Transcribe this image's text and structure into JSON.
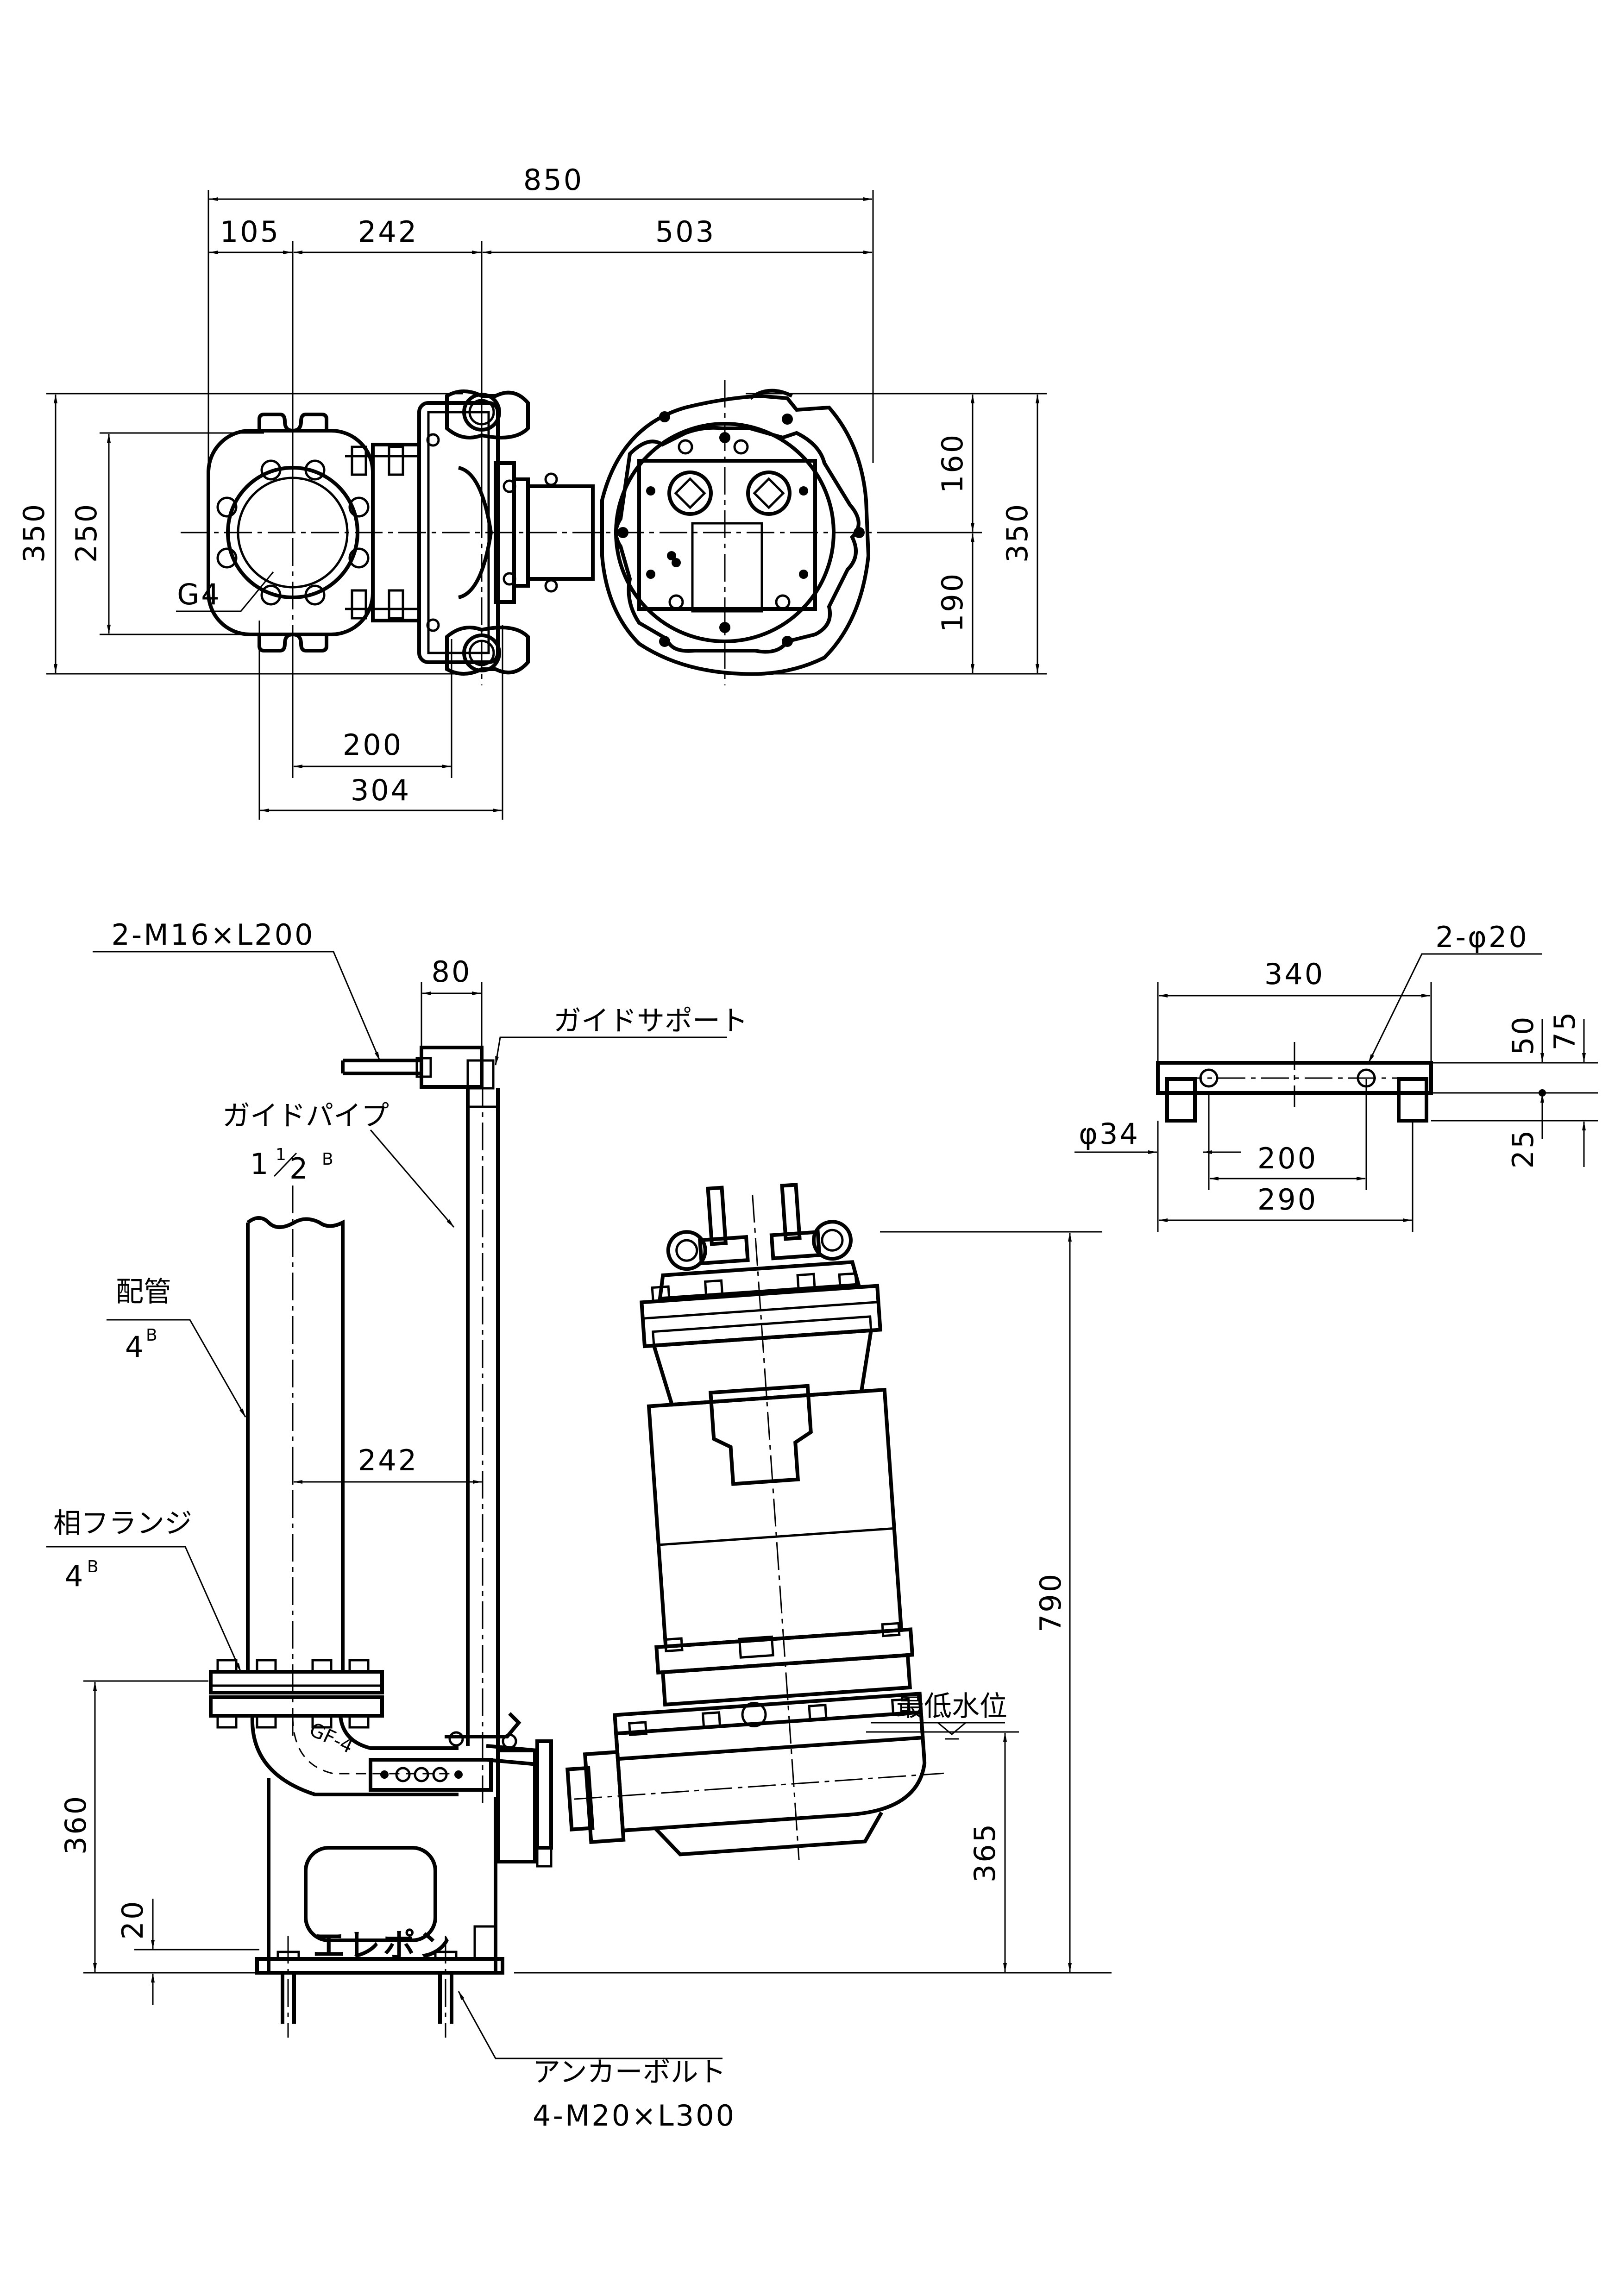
{
  "plan_view": {
    "dims": {
      "overall_width": "850",
      "left_offset": "105",
      "mid_offset": "242",
      "right_offset": "503",
      "height_left_outer": "350",
      "height_left_inner": "250",
      "flange_thread": "G4",
      "base_200": "200",
      "base_304": "304",
      "right_upper": "160",
      "right_lower": "190",
      "right_total": "350"
    }
  },
  "side_view": {
    "labels": {
      "guide_bolt": "2-M16×L200",
      "guide_support": "ガイドサポート",
      "guide_pipe": "ガイドパイプ",
      "guide_pipe_size_whole": "1",
      "guide_pipe_size_num": "1",
      "guide_pipe_size_den": "2",
      "guide_pipe_size_sup": "B",
      "piping": "配管",
      "piping_size": "4",
      "piping_size_sup": "B",
      "mating_flange": "相フランジ",
      "mating_flange_size": "4",
      "mating_flange_size_sup": "B",
      "min_water_level": "最低水位",
      "anchor_bolt": "アンカーボルト",
      "anchor_bolt_spec": "4-M20×L300",
      "fitting_mark": "GF-4",
      "brand_mark": "エレポン"
    },
    "dims": {
      "support_width": "80",
      "pipe_spacing": "242",
      "pump_height": "790",
      "base_height": "360",
      "base_offset": "20",
      "water_level_height": "365"
    }
  },
  "support_detail": {
    "dims": {
      "overall": "340",
      "holes": "2-φ20",
      "height_50": "50",
      "height_75": "75",
      "height_25": "25",
      "pin_dia": "φ34",
      "pitch_200": "200",
      "pitch_290": "290"
    }
  }
}
